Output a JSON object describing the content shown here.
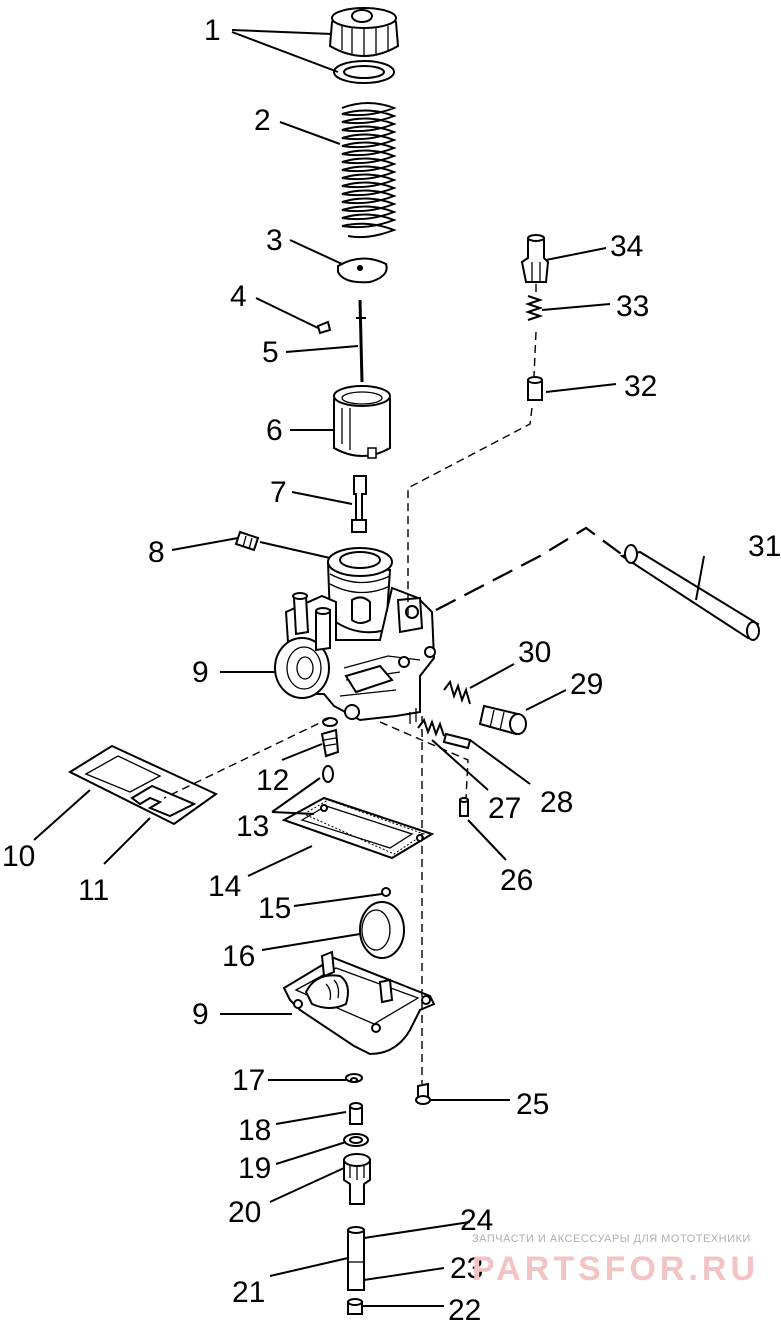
{
  "diagram": {
    "callouts": [
      "1",
      "2",
      "3",
      "4",
      "5",
      "6",
      "7",
      "8",
      "9",
      "9",
      "10",
      "11",
      "12",
      "13",
      "14",
      "15",
      "16",
      "17",
      "18",
      "19",
      "20",
      "21",
      "22",
      "23",
      "24",
      "25",
      "26",
      "27",
      "28",
      "29",
      "30",
      "31",
      "32",
      "33",
      "34"
    ]
  },
  "watermark": {
    "tagline": "ЗАПЧАСТИ И АКСЕССУАРЫ ДЛЯ МОТОТЕХНИКИ",
    "brand": "PARTSFOR.RU"
  }
}
